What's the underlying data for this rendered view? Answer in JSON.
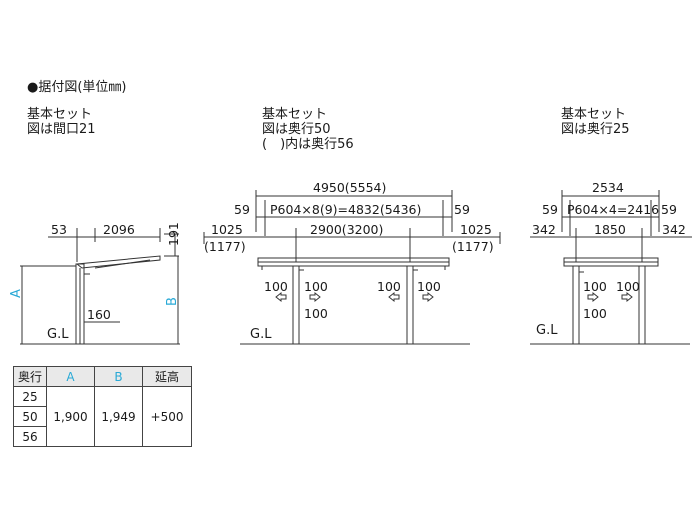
{
  "heading": "●据付図(単位㎜)",
  "panel1": {
    "title1": "基本セット",
    "title2": "図は間口21",
    "dim_53": "53",
    "dim_2096": "2096",
    "dim_191": "191",
    "dim_160": "160",
    "label_a": "A",
    "label_b": "B",
    "gl": "G.L"
  },
  "panel2": {
    "title1": "基本セット",
    "title2": "図は奥行50",
    "title3": "(　)内は奥行56",
    "dim_total": "4950(5554)",
    "dim_59_left": "59",
    "dim_p604": "P604×8(9)=4832(5436)",
    "dim_59_right": "59",
    "dim_1025_left": "1025",
    "dim_1177_left": "(1177)",
    "dim_2900": "2900(3200)",
    "dim_1025_right": "1025",
    "dim_1177_right": "(1177)",
    "dim_100_a": "100",
    "dim_100_b": "100",
    "dim_100_c": "100",
    "dim_100_d": "100",
    "dim_100_e": "100",
    "gl": "G.L"
  },
  "panel3": {
    "title1": "基本セット",
    "title2": "図は奥行25",
    "dim_total": "2534",
    "dim_59_left": "59",
    "dim_p604": "P604×4=2416",
    "dim_59_right": "59",
    "dim_342_left": "342",
    "dim_1850": "1850",
    "dim_342_right": "342",
    "dim_100_a": "100",
    "dim_100_b": "100",
    "dim_100_c": "100",
    "gl": "G.L"
  },
  "table": {
    "headers": [
      "奥行",
      "A",
      "B",
      "延高"
    ],
    "rows": [
      "25",
      "50",
      "56"
    ],
    "value_a": "1,900",
    "value_b": "1,949",
    "value_ext": "+500"
  },
  "colors": {
    "accent": "#29a9d6",
    "line": "#333333",
    "header_bg": "#e9e9e9"
  }
}
